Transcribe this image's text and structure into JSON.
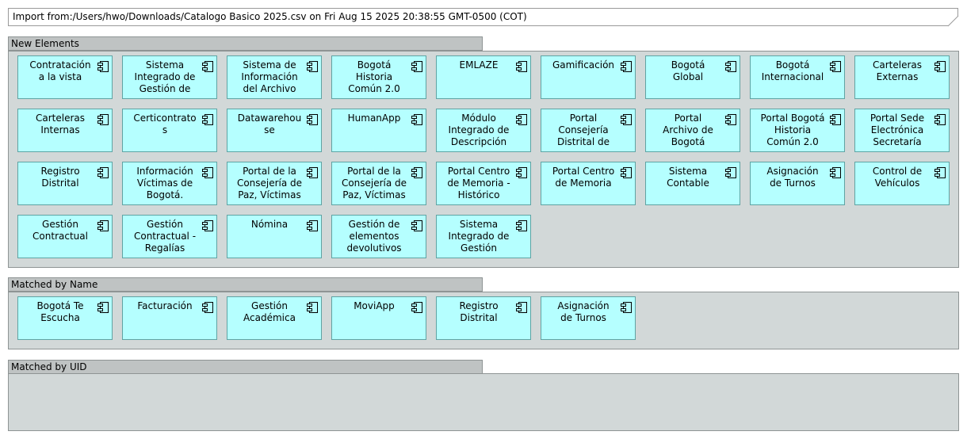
{
  "note": {
    "text": "Import from:/Users/hwo/Downloads/Catalogo Basico 2025.csv on Fri Aug 15 2025 20:38:55 GMT-0500 (COT)"
  },
  "groups": [
    {
      "title": "New Elements",
      "elements": [
        "Contratación\na la vista",
        "Sistema\nIntegrado de\nGestión de",
        "Sistema de\nInformación\ndel Archivo",
        "Bogotá\nHistoria\nComún 2.0",
        "EMLAZE",
        "Gamificación",
        "Bogotá\nGlobal",
        "Bogotá\nInternacional",
        "Carteleras\nExternas",
        "Carteleras\nInternas",
        "Certicontrato\ns",
        "Datawarehou\nse",
        "HumanApp",
        "Módulo\nIntegrado de\nDescripción",
        "Portal\nConsejería\nDistrital de",
        "Portal\nArchivo de\nBogotá",
        "Portal Bogotá\nHistoria\nComún 2.0",
        "Portal Sede\nElectrónica\nSecretaría",
        "Registro\nDistrital",
        "Información\nVíctimas de\nBogotá.",
        "Portal de la\nConsejería de\nPaz, Víctimas",
        "Portal de la\nConsejería de\nPaz, Víctimas",
        "Portal Centro\nde Memoria -\nHistórico",
        "Portal Centro\nde Memoria",
        "Sistema\nContable",
        "Asignación\nde Turnos",
        "Control de\nVehículos",
        "Gestión\nContractual",
        "Gestión\nContractual -\nRegalías",
        "Nómina",
        "Gestión de\nelementos\ndevolutivos",
        "Sistema\nIntegrado de\nGestión"
      ]
    },
    {
      "title": "Matched by Name",
      "elements": [
        "Bogotá Te\nEscucha",
        "Facturación",
        "Gestión\nAcadémica",
        "MoviApp",
        "Registro\nDistrital",
        "Asignación\nde Turnos"
      ]
    },
    {
      "title": "Matched by UID",
      "elements": []
    }
  ]
}
